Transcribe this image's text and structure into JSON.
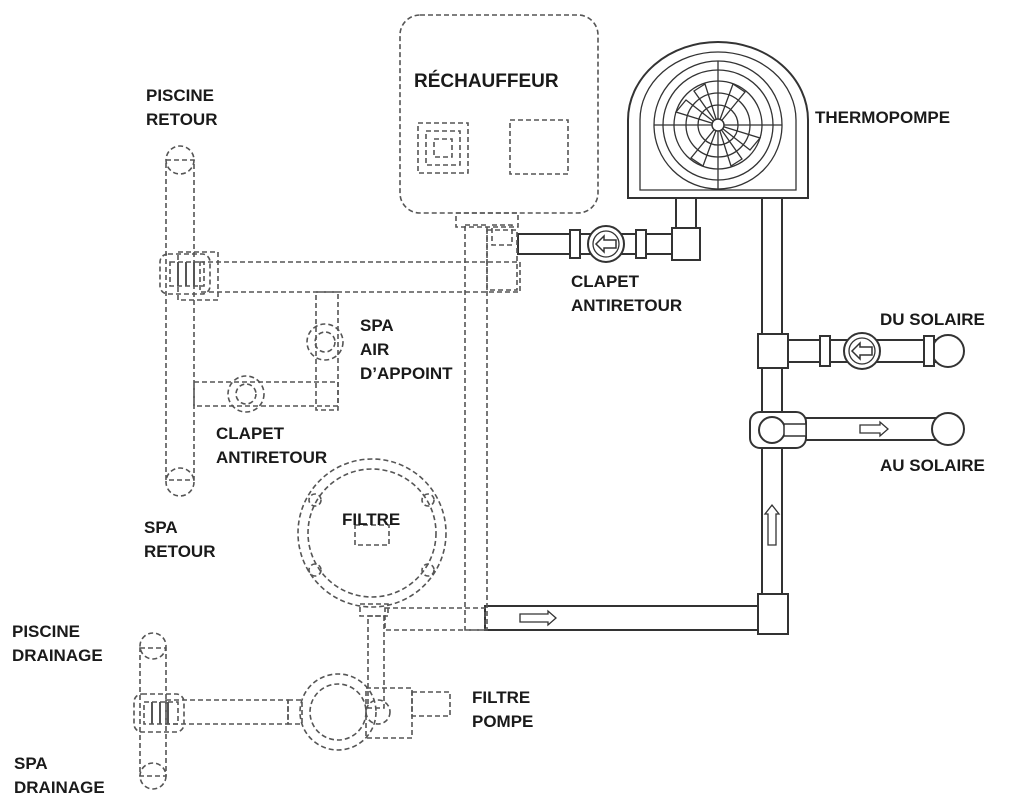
{
  "labels": {
    "heater": "RÉCHAUFFEUR",
    "heat_pump": "THERMOPOMPE",
    "pool_return": [
      "PISCINE",
      "RETOUR"
    ],
    "check_valve_top": [
      "CLAPET",
      "ANTIRETOUR"
    ],
    "spa_air": [
      "SPA",
      "AIR",
      "D’APPOINT"
    ],
    "check_valve_left": [
      "CLAPET",
      "ANTIRETOUR"
    ],
    "spa_return": [
      "SPA",
      "RETOUR"
    ],
    "filter": "FILTRE",
    "from_solar": "DU SOLAIRE",
    "to_solar": "AU SOLAIRE",
    "pool_drain": [
      "PISCINE",
      "DRAINAGE"
    ],
    "spa_drain": [
      "SPA",
      "DRAINAGE"
    ],
    "filter_pump": [
      "FILTRE",
      "POMPE"
    ]
  },
  "icons": [
    "fan-icon",
    "check-valve-icon",
    "three-way-valve-icon",
    "flow-arrow-icon",
    "pump-icon"
  ],
  "colors": {
    "line": "#333333",
    "dashed": "#555555",
    "background": "#ffffff"
  }
}
